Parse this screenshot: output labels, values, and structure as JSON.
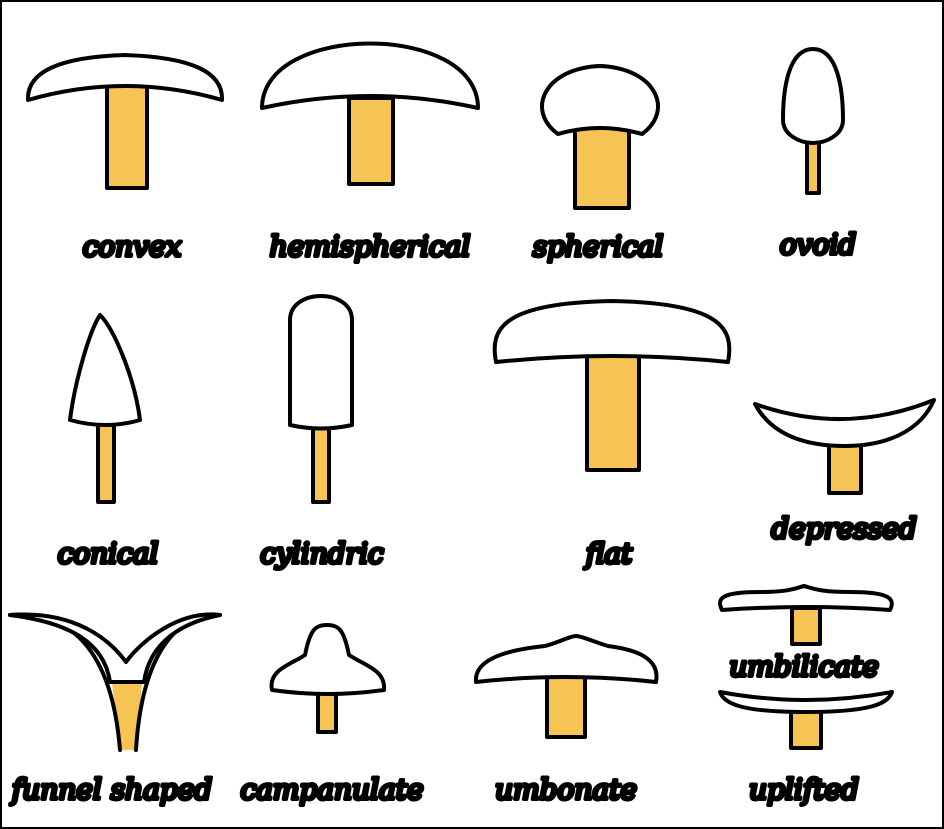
{
  "colors": {
    "stem": "#F6C454",
    "outline": "#000000",
    "cap": "#FFFFFF",
    "background": "#FFFFFF"
  },
  "shapes": [
    {
      "id": "convex",
      "label": "convex"
    },
    {
      "id": "hemispherical",
      "label": "hemispherical"
    },
    {
      "id": "spherical",
      "label": "spherical"
    },
    {
      "id": "ovoid",
      "label": "ovoid"
    },
    {
      "id": "conical",
      "label": "conical"
    },
    {
      "id": "cylindric",
      "label": "cylindric"
    },
    {
      "id": "flat",
      "label": "flat"
    },
    {
      "id": "depressed",
      "label": "depressed"
    },
    {
      "id": "funnel-shaped",
      "label": "funnel shaped"
    },
    {
      "id": "campanulate",
      "label": "campanulate"
    },
    {
      "id": "umbonate",
      "label": "umbonate"
    },
    {
      "id": "umbilicate",
      "label": "umbilicate"
    },
    {
      "id": "uplifted",
      "label": "uplifted"
    }
  ]
}
